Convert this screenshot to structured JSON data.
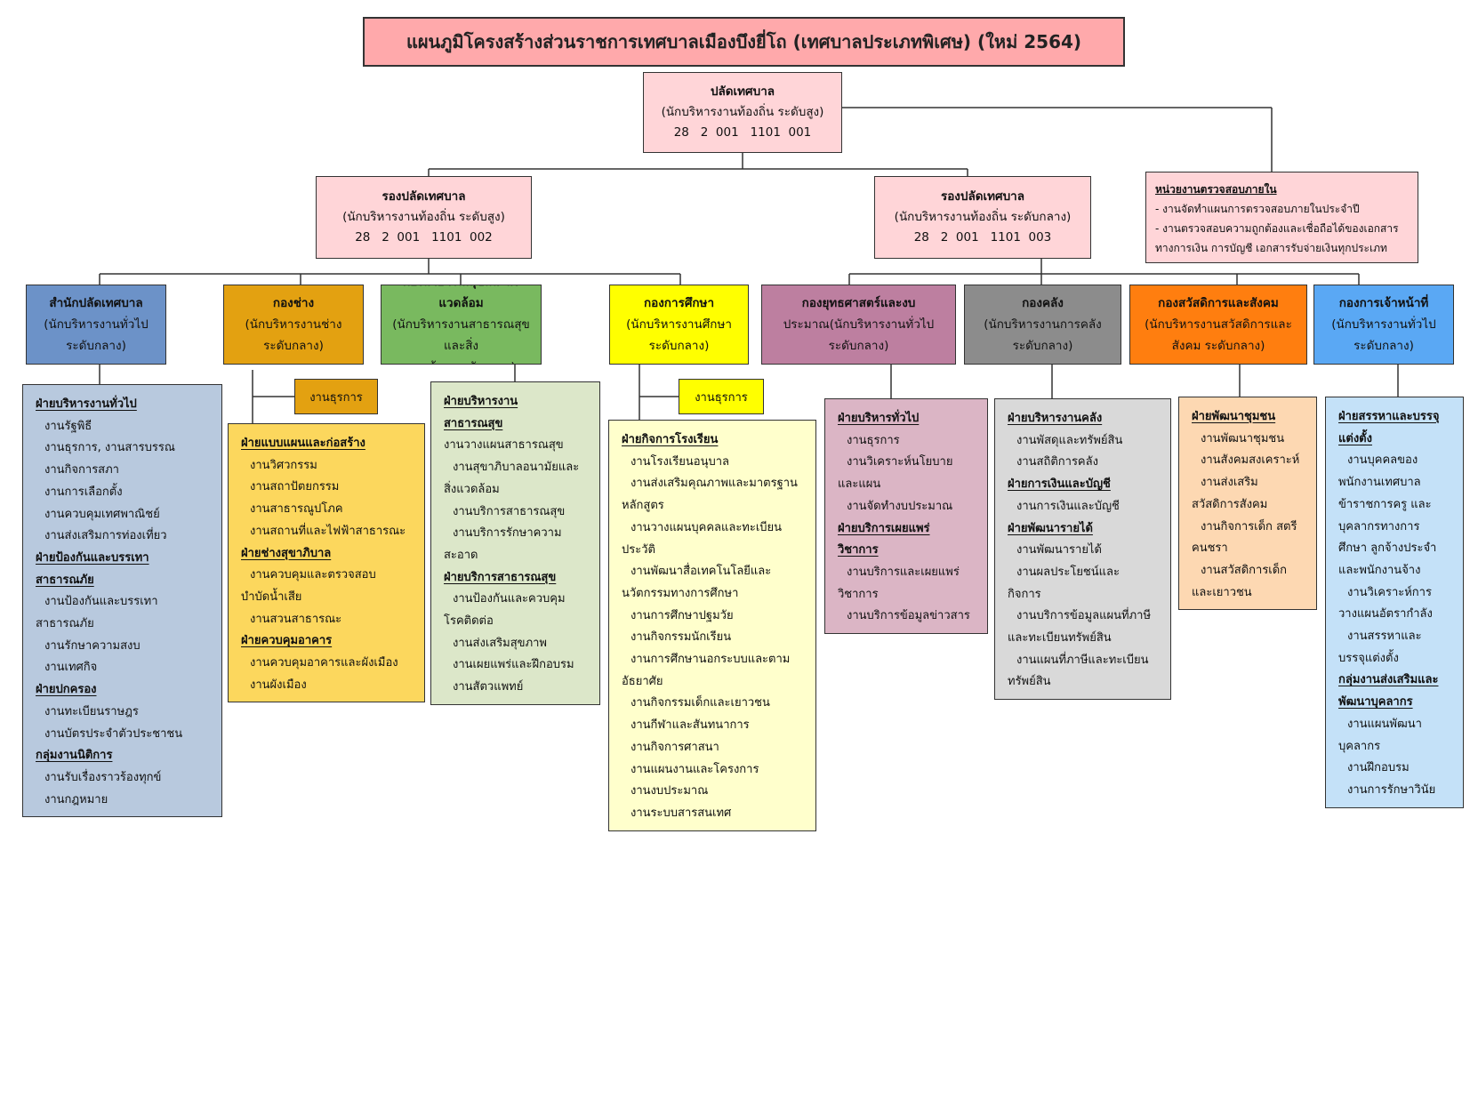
{
  "title": "แผนภูมิโครงสร้างส่วนราชการเทศบาลเมืองบึงยี่โถ (เทศบาลประเภทพิเศษ) (ใหม่ 2564)",
  "chief": {
    "title": "ปลัดเทศบาล",
    "position": "(นักบริหารงานท้องถิ่น ระดับสูง)",
    "code": "28   2  001   1101  001"
  },
  "deputy1": {
    "title": "รองปลัดเทศบาล",
    "position": "(นักบริหารงานท้องถิ่น ระดับสูง)",
    "code": "28   2  001   1101  002"
  },
  "deputy2": {
    "title": "รองปลัดเทศบาล",
    "position": "(นักบริหารงานท้องถิ่น ระดับกลาง)",
    "code": "28   2  001   1101  003"
  },
  "audit": {
    "title": "หน่วยงานตรวจสอบภายใน",
    "lines": [
      "- งานจัดทำแผนการตรวจสอบภายในประจำปี",
      "- งานตรวจสอบความถูกต้องและเชื่อถือได้ของเอกสาร",
      "ทางการเงิน การบัญชี เอกสารรับจ่ายเงินทุกประเภท"
    ]
  },
  "divisions": [
    {
      "title": "สำนักปลัดเทศบาล",
      "sub1": "(นักบริหารงานทั่วไป",
      "sub2": "ระดับกลาง)",
      "color": "#6c92c8",
      "list_color": "#b8c9de",
      "items": [
        {
          "text": "ฝ่ายบริหารงานทั่วไป",
          "s": true
        },
        {
          "text": "งานรัฐพิธี"
        },
        {
          "text": "งานธุรการ, งานสารบรรณ"
        },
        {
          "text": "งานกิจการสภา"
        },
        {
          "text": "งานการเลือกตั้ง"
        },
        {
          "text": "งานควบคุมเทศพาณิชย์"
        },
        {
          "text": "งานส่งเสริมการท่องเที่ยว"
        },
        {
          "text": "ฝ่ายป้องกันและบรรเทา",
          "s": true
        },
        {
          "text": "สาธารณภัย",
          "s": true
        },
        {
          "text": "งานป้องกันและบรรเทา"
        },
        {
          "text": "สาธารณภัย",
          "w": true
        },
        {
          "text": "งานรักษาความสงบ"
        },
        {
          "text": "งานเทศกิจ"
        },
        {
          "text": "ฝ่ายปกครอง",
          "s": true
        },
        {
          "text": "งานทะเบียนราษฎร"
        },
        {
          "text": "งานบัตรประจำตัวประชาชน"
        },
        {
          "text": "กลุ่มงานนิติการ",
          "s": true
        },
        {
          "text": "งานรับเรื่องราวร้องทุกข์"
        },
        {
          "text": "งานกฎหมาย"
        }
      ]
    },
    {
      "title": "กองช่าง",
      "sub1": "(นักบริหารงานช่าง",
      "sub2": "ระดับกลาง)",
      "color": "#e3a111",
      "list_color": "#fcd75d",
      "tag": "งานธุรการ",
      "items": [
        {
          "text": "ฝ่ายแบบแผนและก่อสร้าง",
          "s": true
        },
        {
          "text": "งานวิศวกรรม"
        },
        {
          "text": "งานสถาปัตยกรรม"
        },
        {
          "text": "งานสาธารณูปโภค"
        },
        {
          "text": "งานสถานที่และไฟฟ้าสาธารณะ"
        },
        {
          "text": "ฝ่ายช่างสุขาภิบาล",
          "s": true
        },
        {
          "text": "งานควบคุมและตรวจสอบ"
        },
        {
          "text": "บำบัดน้ำเสีย",
          "w": true
        },
        {
          "text": "งานสวนสาธารณะ"
        },
        {
          "text": "ฝ่ายควบคุมอาคาร",
          "s": true
        },
        {
          "text": "งานควบคุมอาคารและผังเมือง"
        },
        {
          "text": "งานผังเมือง"
        }
      ]
    },
    {
      "title": "กองสาธารณสุขและสิ่งแวดล้อม",
      "sub1": "(นักบริหารงานสาธารณสุขและสิ่ง",
      "sub2": "แวดล้อม ระดับกลาง)",
      "color": "#79b95f",
      "list_color": "#dce7c9",
      "items": [
        {
          "text": "ฝ่ายบริหารงาน",
          "s": true
        },
        {
          "text": "สาธารณสุข",
          "s": true
        },
        {
          "text": "งานวางแผนสาธารณสุข",
          "w": true
        },
        {
          "text": "งานสุขาภิบาลอนามัยและ"
        },
        {
          "text": "สิ่งแวดล้อม",
          "w": true
        },
        {
          "text": "งานบริการสาธารณสุข"
        },
        {
          "text": "งานบริการรักษาความ"
        },
        {
          "text": "สะอาด",
          "w": true
        },
        {
          "text": "ฝ่ายบริการสาธารณสุข",
          "s": true
        },
        {
          "text": "งานป้องกันและควบคุม"
        },
        {
          "text": "โรคติดต่อ",
          "w": true
        },
        {
          "text": "งานส่งเสริมสุขภาพ"
        },
        {
          "text": "งานเผยแพร่และฝึกอบรม"
        },
        {
          "text": "งานสัตวแพทย์"
        }
      ]
    },
    {
      "title": "กองการศึกษา",
      "sub1": "(นักบริหารงานศึกษา",
      "sub2": "ระดับกลาง)",
      "color": "#ffff00",
      "list_color": "#ffffcc",
      "tag": "งานธุรการ",
      "items": [
        {
          "text": "ฝ่ายกิจการโรงเรียน",
          "s": true
        },
        {
          "text": "งานโรงเรียนอนุบาล"
        },
        {
          "text": "งานส่งเสริมคุณภาพและมาตรฐาน"
        },
        {
          "text": "หลักสูตร",
          "w": true
        },
        {
          "text": "งานวางแผนบุคคลและทะเบียน"
        },
        {
          "text": "ประวัติ",
          "w": true
        },
        {
          "text": "งานพัฒนาสื่อเทคโนโลยีและ"
        },
        {
          "text": "นวัตกรรมทางการศึกษา",
          "w": true
        },
        {
          "text": "งานการศึกษาปฐมวัย"
        },
        {
          "text": "งานกิจกรรมนักเรียน"
        },
        {
          "text": "งานการศึกษานอกระบบและตาม"
        },
        {
          "text": "อัธยาศัย",
          "w": true
        },
        {
          "text": "งานกิจกรรมเด็กและเยาวชน"
        },
        {
          "text": "งานกีฬาและสันทนาการ"
        },
        {
          "text": "งานกิจการศาสนา"
        },
        {
          "text": "งานแผนงานและโครงการ"
        },
        {
          "text": "งานงบประมาณ"
        },
        {
          "text": "งานระบบสารสนเทศ"
        }
      ]
    },
    {
      "title": "กองยุทธศาสตร์และงบ",
      "sub1": "ประมาณ(นักบริหารงานทั่วไป",
      "sub2": "ระดับกลาง)",
      "color": "#bd7fa0",
      "list_color": "#dbb5c5",
      "items": [
        {
          "text": "ฝ่ายบริหารทั่วไป",
          "s": true
        },
        {
          "text": "งานธุรการ"
        },
        {
          "text": "งานวิเคราะห์นโยบาย"
        },
        {
          "text": "และแผน",
          "w": true
        },
        {
          "text": "งานจัดทำงบประมาณ"
        },
        {
          "text": "ฝ่ายบริการเผยแพร่",
          "s": true
        },
        {
          "text": "วิชาการ",
          "s": true
        },
        {
          "text": "งานบริการและเผยแพร่"
        },
        {
          "text": "วิชาการ",
          "w": true
        },
        {
          "text": "งานบริการข้อมูลข่าวสาร"
        }
      ]
    },
    {
      "title": "กองคลัง",
      "sub1": "(นักบริหารงานการคลัง",
      "sub2": "ระดับกลาง)",
      "color": "#8c8c8c",
      "list_color": "#d9d9d9",
      "items": [
        {
          "text": "ฝ่ายบริหารงานคลัง",
          "s": true
        },
        {
          "text": "งานพัสดุและทรัพย์สิน"
        },
        {
          "text": "งานสถิติการคลัง"
        },
        {
          "text": "ฝ่ายการเงินและบัญชี",
          "s": true
        },
        {
          "text": "งานการเงินและบัญชี"
        },
        {
          "text": "ฝ่ายพัฒนารายได้",
          "s": true
        },
        {
          "text": "งานพัฒนารายได้"
        },
        {
          "text": "งานผลประโยชน์และ"
        },
        {
          "text": "กิจการ",
          "w": true
        },
        {
          "text": "งานบริการข้อมูลแผนที่ภาษี"
        },
        {
          "text": "และทะเบียนทรัพย์สิน",
          "w": true
        },
        {
          "text": "งานแผนที่ภาษีและทะเบียน"
        },
        {
          "text": "ทรัพย์สิน",
          "w": true
        }
      ]
    },
    {
      "title": "กองสวัสดิการและสังคม",
      "sub1": "(นักบริหารงานสวัสดิการและ",
      "sub2": "สังคม ระดับกลาง)",
      "color": "#ff7e0f",
      "list_color": "#fdd8b2",
      "items": [
        {
          "text": "ฝ่ายพัฒนาชุมชน",
          "s": true
        },
        {
          "text": "งานพัฒนาชุมชน"
        },
        {
          "text": "งานสังคมสงเคราะห์"
        },
        {
          "text": "งานส่งเสริม"
        },
        {
          "text": "สวัสดิการสังคม",
          "w": true
        },
        {
          "text": "งานกิจการเด็ก สตรี"
        },
        {
          "text": "คนชรา",
          "w": true
        },
        {
          "text": "งานสวัสดิการเด็ก"
        },
        {
          "text": "และเยาวชน",
          "w": true
        }
      ]
    },
    {
      "title": "กองการเจ้าหน้าที่",
      "sub1": "(นักบริหารงานทั่วไป",
      "sub2": "ระดับกลาง)",
      "color": "#5aa8f4",
      "list_color": "#c4e1f8",
      "items": [
        {
          "text": "ฝ่ายสรรหาและบรรจุ",
          "s": true
        },
        {
          "text": "แต่งตั้ง",
          "s": true
        },
        {
          "text": "งานบุคคลของ"
        },
        {
          "text": "พนักงานเทศบาล",
          "w": true
        },
        {
          "text": "ข้าราชการครู และ",
          "w": true
        },
        {
          "text": "บุคลากรทางการ",
          "w": true
        },
        {
          "text": "ศึกษา ลูกจ้างประจำ",
          "w": true
        },
        {
          "text": "และพนักงานจ้าง",
          "w": true
        },
        {
          "text": "งานวิเคราะห์การ"
        },
        {
          "text": "วางแผนอัตรากำลัง",
          "w": true
        },
        {
          "text": "งานสรรหาและ"
        },
        {
          "text": "บรรจุแต่งตั้ง",
          "w": true
        },
        {
          "text": "กลุ่มงานส่งเสริมและ",
          "s": true
        },
        {
          "text": "พัฒนาบุคลากร",
          "s": true
        },
        {
          "text": "งานแผนพัฒนา"
        },
        {
          "text": "บุคลากร",
          "w": true
        },
        {
          "text": "งานฝึกอบรม"
        },
        {
          "text": "งานการรักษาวินัย"
        }
      ]
    }
  ]
}
